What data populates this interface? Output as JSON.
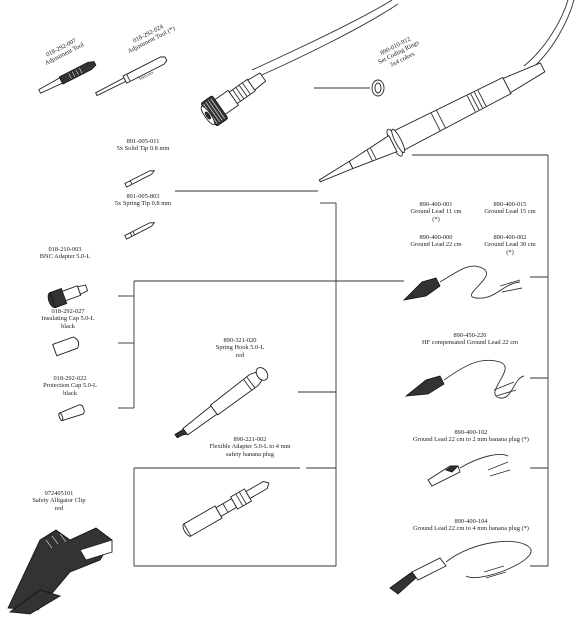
{
  "items": {
    "adjust_tool_1": {
      "code": "018-292-007",
      "name": "Adjustment Tool"
    },
    "adjust_tool_2": {
      "code": "018-292-024",
      "name": "Adjustment Tool  (*)"
    },
    "coding_rings": {
      "code": "890-010-912",
      "name": "Set Coding Rings",
      "detail": "3x4 colors"
    },
    "solid_tip": {
      "code": "891-005-011",
      "name": "5x Solid Tip 0.8 mm"
    },
    "spring_tip": {
      "code": "891-005-803",
      "name": "5x Spring Tip 0.8 mm"
    },
    "bnc_adapter": {
      "code": "018-210-003",
      "name": "BNC Adapter 5.0-L"
    },
    "insulating_cap": {
      "code": "018-292-027",
      "name": "Insulating Cap 5.0-L",
      "detail": "black"
    },
    "protection_cap": {
      "code": "018-292-022",
      "name": "Protection Cap 5.0-L",
      "detail": "black"
    },
    "spring_hook": {
      "code": "890-321-020",
      "name": "Spring Hook 5.0-L",
      "detail": "red"
    },
    "flexible_adapter": {
      "code": "890-221-002",
      "name": "Flexible Adapter 5.0-L to 4 mm",
      "detail": "safety banana plug"
    },
    "alligator_clip": {
      "code": "972405101",
      "name": "Safety Alligator Clip",
      "detail": "red"
    },
    "ground_11": {
      "code": "890-400-001",
      "name": "Ground Lead 11 cm",
      "detail": "(*)"
    },
    "ground_15": {
      "code": "890-400-015",
      "name": "Ground Lead 15 cm"
    },
    "ground_22": {
      "code": "890-400-000",
      "name": "Ground Lead 22 cm"
    },
    "ground_30": {
      "code": "890-400-002",
      "name": "Ground Lead 30 cm",
      "detail": "(*)"
    },
    "hf_ground": {
      "code": "890-450-220",
      "name": "HF compensated Ground Lead 22 cm"
    },
    "ground_2mm": {
      "code": "890-400-102",
      "name": "Ground Lead 22 cm to 2 mm banana plug  (*)"
    },
    "ground_4mm": {
      "code": "890-400-104",
      "name": "Ground Lead 22 cm to 4 mm banana plug  (*)"
    }
  },
  "tool_marking": "Tektronix"
}
